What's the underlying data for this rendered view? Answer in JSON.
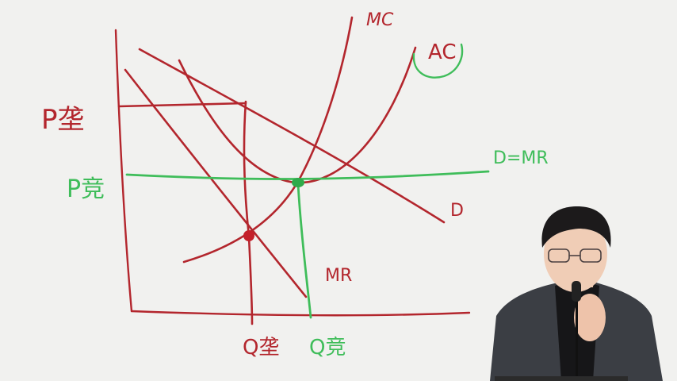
{
  "diagram": {
    "curves": {
      "mc": "MC",
      "ac": "AC",
      "demand": "D",
      "mr": "MR",
      "demand_mr": "D=MR"
    },
    "price_labels": {
      "monopoly": "P垄",
      "competitive": "P竞"
    },
    "quantity_labels": {
      "monopoly": "Q垄",
      "competitive": "Q竞"
    }
  },
  "colors": {
    "ink_red": "#b3262d",
    "ink_green": "#3fbd5a",
    "board": "#f1f1ef"
  }
}
